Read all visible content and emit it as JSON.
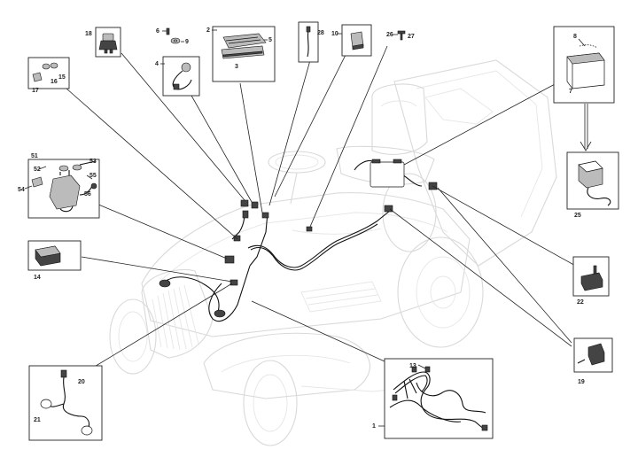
{
  "diagram": {
    "labels": {
      "p1": "1",
      "p2": "2",
      "p3": "3",
      "p4": "4",
      "p5": "5",
      "p6": "6",
      "p7": "7",
      "p8": "8",
      "p9": "9",
      "p10": "10",
      "p13": "13",
      "p14": "14",
      "p15": "15",
      "p16": "16",
      "p17": "17",
      "p18": "18",
      "p19": "19",
      "p20": "20",
      "p21": "21",
      "p22": "22",
      "p25": "25",
      "p26": "26",
      "p27": "27",
      "p28": "28",
      "p51": "51",
      "p52": "52",
      "p53": "53",
      "p54": "54",
      "p55": "55",
      "p56": "56"
    },
    "line_color": "#222222",
    "ghost_color": "#d9d9d9"
  }
}
